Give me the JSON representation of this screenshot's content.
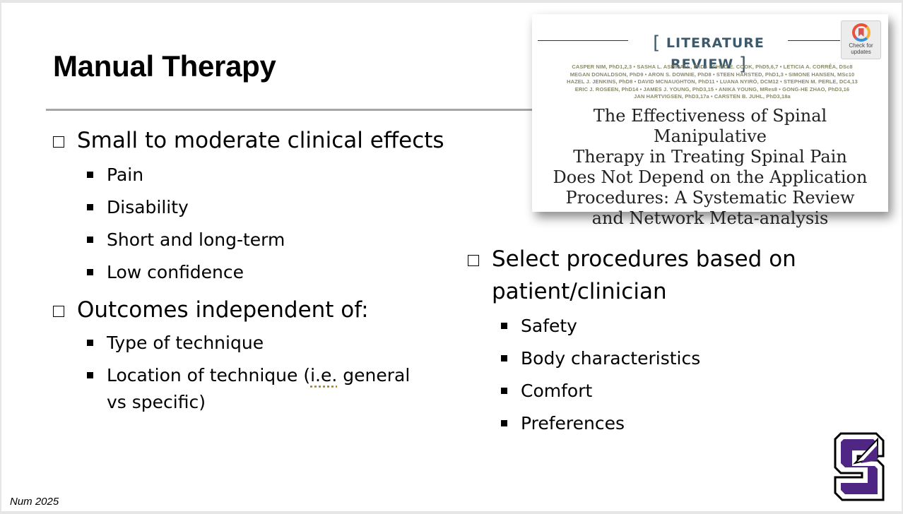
{
  "slide": {
    "title": "Manual Therapy",
    "footer": "Num 2025",
    "left": {
      "point1": "Small to moderate clinical effects",
      "point1_subs": [
        "Pain",
        "Disability",
        "Short and long-term",
        "Low confidence"
      ],
      "point2": "Outcomes independent of:",
      "point2_subs": [
        "Type of technique"
      ],
      "location_pre": "Location of technique (",
      "location_abbr": "i.e.",
      "location_post": " general",
      "location_line2": "vs specific)"
    },
    "right": {
      "point_line1": "Select procedures based on",
      "point_line2": "patient/clinician",
      "subs": [
        "Safety",
        "Body characteristics",
        "Comfort",
        "Preferences"
      ]
    },
    "paper": {
      "section_label": "LITERATURE REVIEW",
      "badge_text_1": "Check for",
      "badge_text_2": "updates",
      "authors": [
        "CASPER NIM, PhD1,2,3 • SASHA L. ASPINALL, PhD4 • CHAD E. COOK, PhD5,6,7 • LETICIA A. CORRÊA, DSc8",
        "MEGAN DONALDSON, PhD9 • ARON S. DOWNIE, PhD8 • STEEN HARSTED, PhD1,3 • SIMONE HANSEN, MSc10",
        "HAZEL J. JENKINS, PhD8 • DAVID MCNAUGHTON, PhD11 • LUANA NYIRÖ, DCM12 • STEPHEN M. PERLE, DC4,13",
        "ERIC J. ROSEEN, PhD14 • JAMES J. YOUNG, PhD3,15 • ANIKA YOUNG, MRes8 • GONG-HE ZHAO, PhD3,16",
        "JAN HARTVIGSEN, PhD3,17a • CARSTEN B. JUHL, PhD3,18a"
      ],
      "title_lines": [
        "The Effectiveness of Spinal Manipulative",
        "Therapy in Treating Spinal Pain",
        "Does Not Depend on the Application",
        "Procedures: A Systematic Review",
        "and Network Meta-analysis"
      ]
    },
    "colors": {
      "logo_purple": "#4f2683",
      "section_label": "#3d5a6b",
      "rule": "#a6a6a6"
    },
    "logo_icon": "s-letter-logo"
  }
}
